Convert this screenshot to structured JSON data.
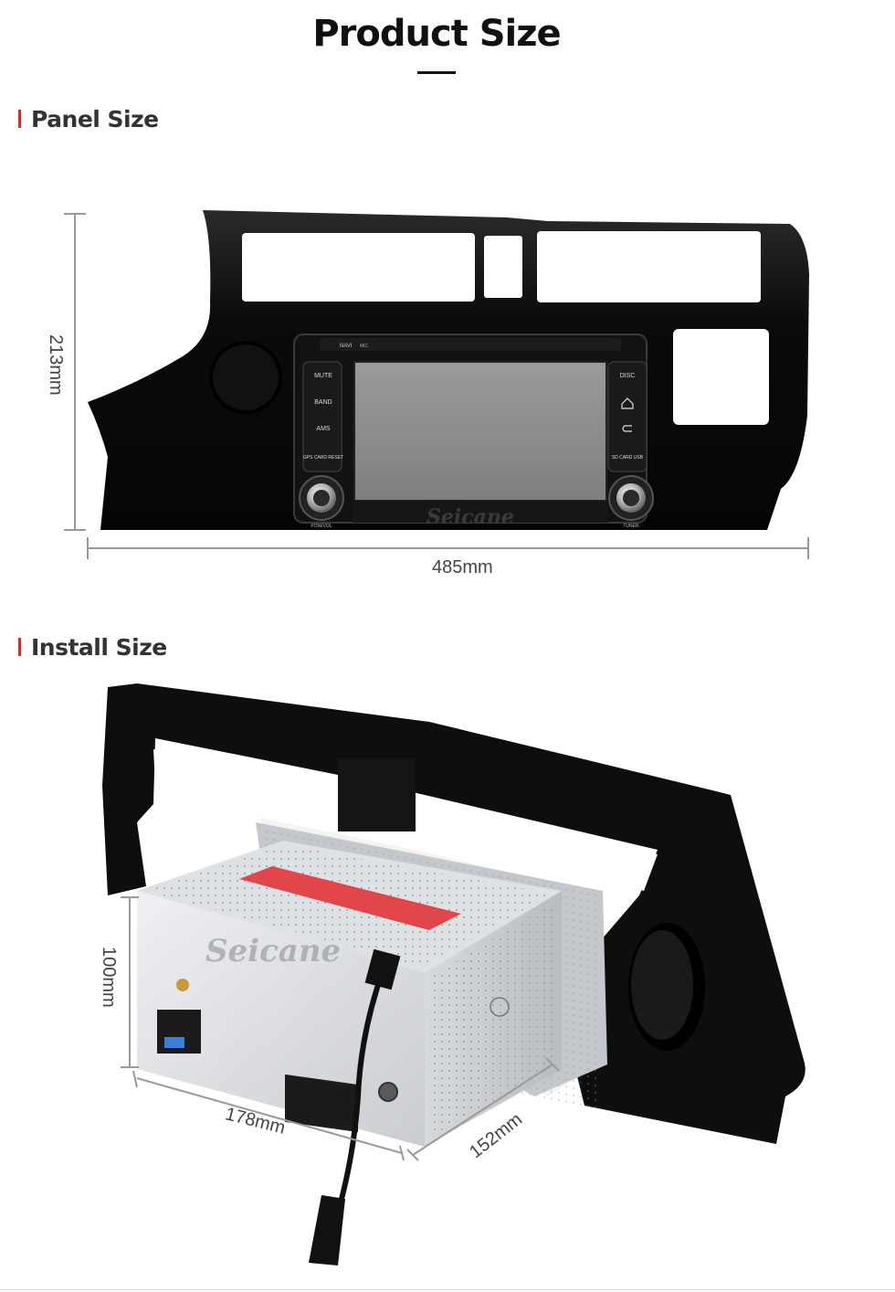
{
  "page": {
    "title": "Product Size"
  },
  "panel_section": {
    "heading": "Panel Size",
    "height_label": "213mm",
    "width_label": "485mm",
    "buttons_left": [
      "MUTE",
      "BAND",
      "AMS",
      "GPS CARD RESET"
    ],
    "buttons_right": [
      "DISC",
      "SD CARD USB"
    ],
    "top_buttons": [
      "NAVI",
      "MIC"
    ],
    "knob_labels": [
      "POW/VOL",
      "TUNER"
    ],
    "watermark": "Seicane"
  },
  "install_section": {
    "heading": "Install Size",
    "height_label": "100mm",
    "width_label": "178mm",
    "depth_label": "152mm",
    "watermark": "Seicane"
  },
  "colors": {
    "accent": "#d32f2f",
    "heading_text": "#333333",
    "panel_black": "#0d0d0d",
    "screen_grey": "#8f8f8f",
    "chassis_silver": "#d9dcdf",
    "guide_line": "#9a9a9a"
  }
}
